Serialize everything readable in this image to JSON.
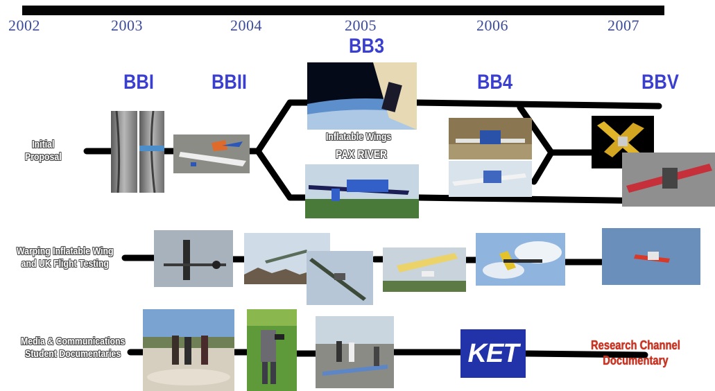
{
  "timeline": {
    "years": [
      "2002",
      "2003",
      "2004",
      "2005",
      "2006",
      "2007"
    ]
  },
  "generations": {
    "bb1": "BBI",
    "bb2": "BBII",
    "bb3": "BB3",
    "bb4": "BB4",
    "bb5": "BBV"
  },
  "labels": {
    "initial_proposal": "Initial\nProposal",
    "inflatable_wings": "Inflatable Wings",
    "pax_river": "PAX RIVER",
    "warping": "Warping Inflatable Wing\nand UK Flight Testing",
    "media": "Media & Communications\nStudent Documentaries",
    "research_channel": "Research Channel\nDocumentary",
    "ket_logo": "KET"
  },
  "colors": {
    "generation_label": "#3b3fd0",
    "year_label": "#3b4a9a",
    "timeline_bar": "#050505",
    "research_channel": "#d0301c",
    "ket_bg": "#2233aa"
  }
}
